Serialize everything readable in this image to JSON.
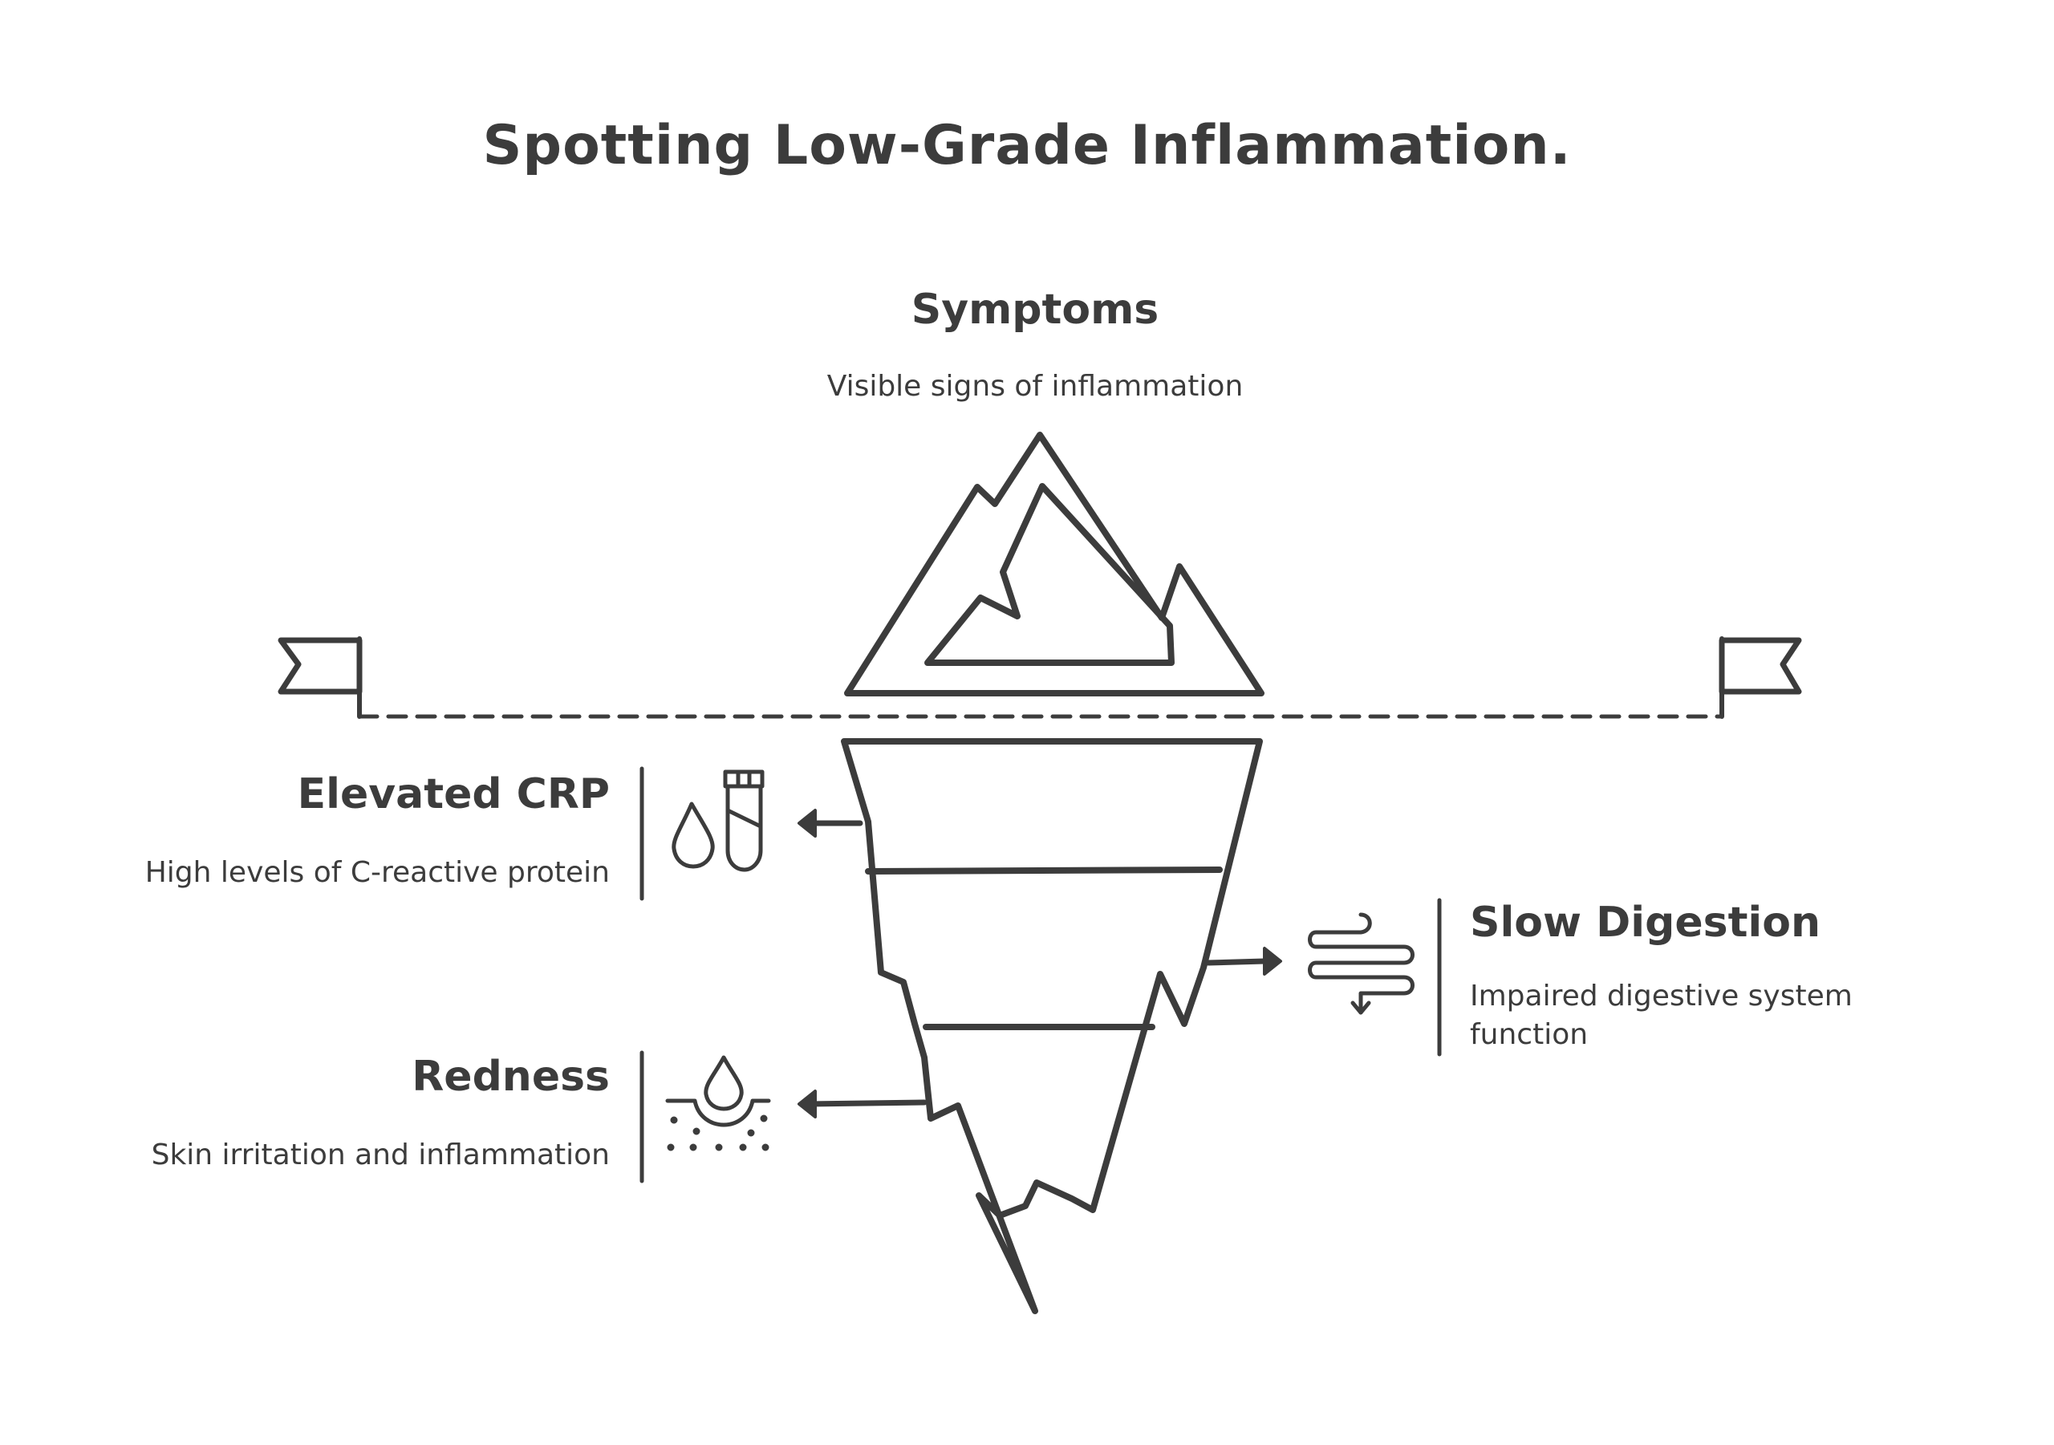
{
  "title": "Spotting Low-Grade Inflammation.",
  "top": {
    "heading": "Symptoms",
    "description": "Visible signs of inflammation"
  },
  "layers": [
    {
      "heading": "Elevated CRP",
      "description": "High levels of C-reactive protein",
      "icon": "blood-test-icon",
      "side": "left"
    },
    {
      "heading": "Slow Digestion",
      "description": "Impaired digestive system function",
      "icon": "intestine-icon",
      "side": "right"
    },
    {
      "heading": "Redness",
      "description": "Skin irritation and inflammation",
      "icon": "skin-drop-icon",
      "side": "left"
    }
  ],
  "colors": {
    "ink": "#3c3c3c",
    "background": "#ffffff"
  }
}
